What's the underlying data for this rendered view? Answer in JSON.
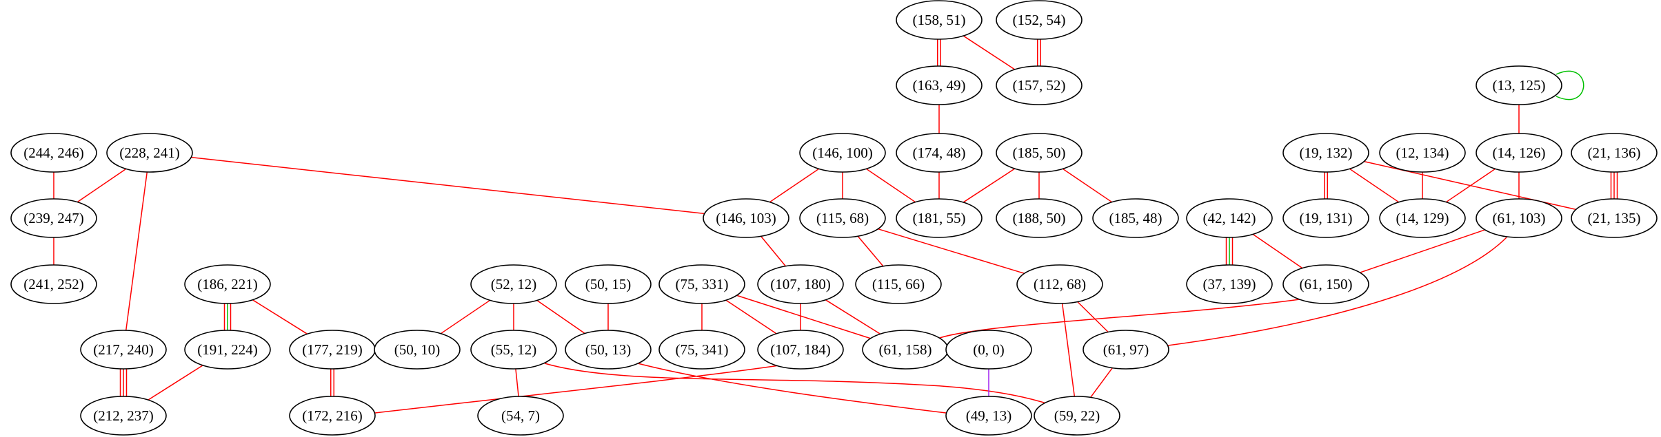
{
  "graph": {
    "colors": {
      "red": "#ff0000",
      "green": "#00c000",
      "purple": "#a020f0"
    },
    "nodes": [
      {
        "id": "n158_51",
        "label": "(158, 51)"
      },
      {
        "id": "n152_54",
        "label": "(152, 54)"
      },
      {
        "id": "n163_49",
        "label": "(163, 49)"
      },
      {
        "id": "n157_52",
        "label": "(157, 52)"
      },
      {
        "id": "n13_125",
        "label": "(13, 125)"
      },
      {
        "id": "n244_246",
        "label": "(244, 246)"
      },
      {
        "id": "n228_241",
        "label": "(228, 241)"
      },
      {
        "id": "n146_100",
        "label": "(146, 100)"
      },
      {
        "id": "n174_48",
        "label": "(174, 48)"
      },
      {
        "id": "n185_50",
        "label": "(185, 50)"
      },
      {
        "id": "n19_132",
        "label": "(19, 132)"
      },
      {
        "id": "n12_134",
        "label": "(12, 134)"
      },
      {
        "id": "n14_126",
        "label": "(14, 126)"
      },
      {
        "id": "n21_136",
        "label": "(21, 136)"
      },
      {
        "id": "n239_247",
        "label": "(239, 247)"
      },
      {
        "id": "n146_103",
        "label": "(146, 103)"
      },
      {
        "id": "n115_68",
        "label": "(115, 68)"
      },
      {
        "id": "n181_55",
        "label": "(181, 55)"
      },
      {
        "id": "n188_50",
        "label": "(188, 50)"
      },
      {
        "id": "n185_48",
        "label": "(185, 48)"
      },
      {
        "id": "n42_142",
        "label": "(42, 142)"
      },
      {
        "id": "n19_131",
        "label": "(19, 131)"
      },
      {
        "id": "n14_129",
        "label": "(14, 129)"
      },
      {
        "id": "n61_103",
        "label": "(61, 103)"
      },
      {
        "id": "n21_135",
        "label": "(21, 135)"
      },
      {
        "id": "n241_252",
        "label": "(241, 252)"
      },
      {
        "id": "n186_221",
        "label": "(186, 221)"
      },
      {
        "id": "n52_12",
        "label": "(52, 12)"
      },
      {
        "id": "n50_15",
        "label": "(50, 15)"
      },
      {
        "id": "n75_331",
        "label": "(75, 331)"
      },
      {
        "id": "n107_180",
        "label": "(107, 180)"
      },
      {
        "id": "n115_66",
        "label": "(115, 66)"
      },
      {
        "id": "n112_68",
        "label": "(112, 68)"
      },
      {
        "id": "n37_139",
        "label": "(37, 139)"
      },
      {
        "id": "n61_150",
        "label": "(61, 150)"
      },
      {
        "id": "n217_240",
        "label": "(217, 240)"
      },
      {
        "id": "n191_224",
        "label": "(191, 224)"
      },
      {
        "id": "n177_219",
        "label": "(177, 219)"
      },
      {
        "id": "n50_10",
        "label": "(50, 10)"
      },
      {
        "id": "n55_12",
        "label": "(55, 12)"
      },
      {
        "id": "n50_13",
        "label": "(50, 13)"
      },
      {
        "id": "n75_341",
        "label": "(75, 341)"
      },
      {
        "id": "n107_184",
        "label": "(107, 184)"
      },
      {
        "id": "n61_158",
        "label": "(61, 158)"
      },
      {
        "id": "n0_0",
        "label": "(0, 0)"
      },
      {
        "id": "n61_97",
        "label": "(61, 97)"
      },
      {
        "id": "n212_237",
        "label": "(212, 237)"
      },
      {
        "id": "n172_216",
        "label": "(172, 216)"
      },
      {
        "id": "n54_7",
        "label": "(54, 7)"
      },
      {
        "id": "n49_13",
        "label": "(49, 13)"
      },
      {
        "id": "n59_22",
        "label": "(59, 22)"
      }
    ],
    "edges": [
      {
        "from": "n158_51",
        "to": "n163_49",
        "colors": [
          "red",
          "red"
        ]
      },
      {
        "from": "n158_51",
        "to": "n157_52",
        "colors": [
          "red"
        ]
      },
      {
        "from": "n152_54",
        "to": "n157_52",
        "colors": [
          "red",
          "red"
        ]
      },
      {
        "from": "n13_125",
        "to": "n13_125",
        "colors": [
          "green"
        ]
      },
      {
        "from": "n13_125",
        "to": "n14_126",
        "colors": [
          "red"
        ]
      },
      {
        "from": "n163_49",
        "to": "n174_48",
        "colors": [
          "red"
        ]
      },
      {
        "from": "n174_48",
        "to": "n181_55",
        "colors": [
          "red"
        ]
      },
      {
        "from": "n244_246",
        "to": "n239_247",
        "colors": [
          "red"
        ]
      },
      {
        "from": "n228_241",
        "to": "n239_247",
        "colors": [
          "red"
        ]
      },
      {
        "from": "n228_241",
        "to": "n146_103",
        "colors": [
          "red"
        ]
      },
      {
        "from": "n228_241",
        "to": "n217_240",
        "colors": [
          "red"
        ]
      },
      {
        "from": "n239_247",
        "to": "n241_252",
        "colors": [
          "red"
        ]
      },
      {
        "from": "n146_100",
        "to": "n146_103",
        "colors": [
          "red"
        ]
      },
      {
        "from": "n146_100",
        "to": "n115_68",
        "colors": [
          "red"
        ]
      },
      {
        "from": "n146_100",
        "to": "n181_55",
        "colors": [
          "red"
        ]
      },
      {
        "from": "n185_50",
        "to": "n181_55",
        "colors": [
          "red"
        ]
      },
      {
        "from": "n185_50",
        "to": "n188_50",
        "colors": [
          "red"
        ]
      },
      {
        "from": "n185_50",
        "to": "n185_48",
        "colors": [
          "red"
        ]
      },
      {
        "from": "n19_132",
        "to": "n19_131",
        "colors": [
          "red",
          "red"
        ]
      },
      {
        "from": "n19_132",
        "to": "n14_129",
        "colors": [
          "red"
        ]
      },
      {
        "from": "n19_132",
        "to": "n21_135",
        "colors": [
          "red"
        ]
      },
      {
        "from": "n12_134",
        "to": "n14_129",
        "colors": [
          "red"
        ]
      },
      {
        "from": "n14_126",
        "to": "n14_129",
        "colors": [
          "red"
        ]
      },
      {
        "from": "n14_126",
        "to": "n61_103",
        "colors": [
          "red"
        ]
      },
      {
        "from": "n21_136",
        "to": "n21_135",
        "colors": [
          "red",
          "red",
          "red"
        ]
      },
      {
        "from": "n146_103",
        "to": "n107_180",
        "colors": [
          "red"
        ]
      },
      {
        "from": "n115_68",
        "to": "n115_66",
        "colors": [
          "red"
        ]
      },
      {
        "from": "n115_68",
        "to": "n112_68",
        "colors": [
          "red"
        ]
      },
      {
        "from": "n42_142",
        "to": "n37_139",
        "colors": [
          "red",
          "green",
          "red"
        ]
      },
      {
        "from": "n42_142",
        "to": "n61_150",
        "colors": [
          "red"
        ]
      },
      {
        "from": "n61_103",
        "to": "n61_150",
        "colors": [
          "red"
        ]
      },
      {
        "from": "n61_103",
        "to": "n61_97",
        "colors": [
          "red"
        ]
      },
      {
        "from": "n186_221",
        "to": "n191_224",
        "colors": [
          "red",
          "green",
          "red"
        ]
      },
      {
        "from": "n186_221",
        "to": "n177_219",
        "colors": [
          "red"
        ]
      },
      {
        "from": "n52_12",
        "to": "n50_10",
        "colors": [
          "red"
        ]
      },
      {
        "from": "n52_12",
        "to": "n55_12",
        "colors": [
          "red"
        ]
      },
      {
        "from": "n52_12",
        "to": "n50_13",
        "colors": [
          "red"
        ]
      },
      {
        "from": "n50_15",
        "to": "n50_13",
        "colors": [
          "red"
        ]
      },
      {
        "from": "n75_331",
        "to": "n75_341",
        "colors": [
          "red"
        ]
      },
      {
        "from": "n75_331",
        "to": "n107_184",
        "colors": [
          "red"
        ]
      },
      {
        "from": "n75_331",
        "to": "n61_158",
        "colors": [
          "red"
        ]
      },
      {
        "from": "n107_180",
        "to": "n107_184",
        "colors": [
          "red"
        ]
      },
      {
        "from": "n107_180",
        "to": "n61_158",
        "colors": [
          "red"
        ]
      },
      {
        "from": "n112_68",
        "to": "n61_97",
        "colors": [
          "red"
        ]
      },
      {
        "from": "n112_68",
        "to": "n59_22",
        "colors": [
          "red"
        ]
      },
      {
        "from": "n61_150",
        "to": "n61_158",
        "colors": [
          "red"
        ]
      },
      {
        "from": "n217_240",
        "to": "n212_237",
        "colors": [
          "red",
          "red",
          "red"
        ]
      },
      {
        "from": "n191_224",
        "to": "n212_237",
        "colors": [
          "red"
        ]
      },
      {
        "from": "n177_219",
        "to": "n172_216",
        "colors": [
          "red",
          "red"
        ]
      },
      {
        "from": "n107_184",
        "to": "n172_216",
        "colors": [
          "red"
        ]
      },
      {
        "from": "n55_12",
        "to": "n54_7",
        "colors": [
          "red"
        ]
      },
      {
        "from": "n55_12",
        "to": "n59_22",
        "colors": [
          "red"
        ]
      },
      {
        "from": "n50_13",
        "to": "n49_13",
        "colors": [
          "red"
        ]
      },
      {
        "from": "n0_0",
        "to": "n49_13",
        "colors": [
          "purple"
        ]
      },
      {
        "from": "n61_97",
        "to": "n59_22",
        "colors": [
          "red"
        ]
      }
    ]
  }
}
